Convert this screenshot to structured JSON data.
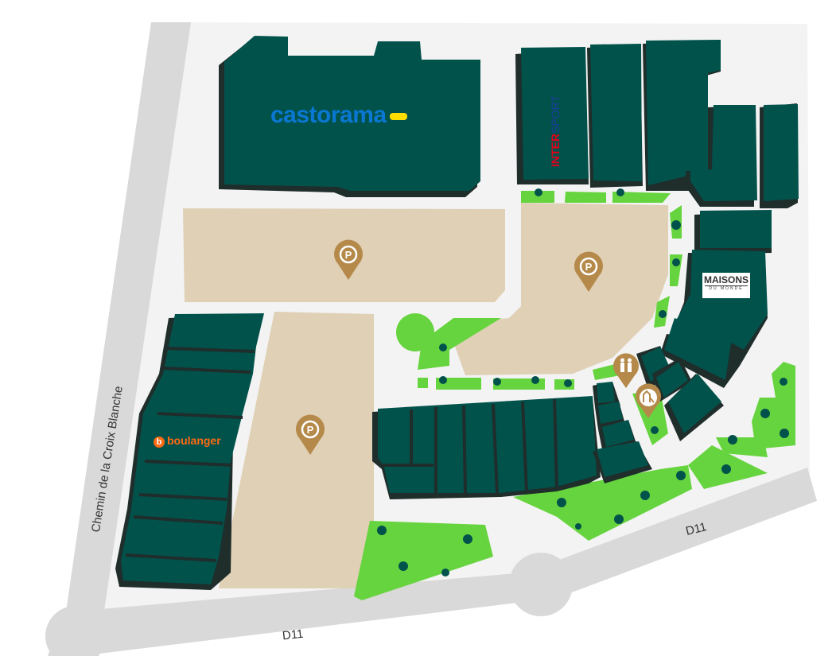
{
  "stores": {
    "castorama": "castorama",
    "intersport_a": "INTER",
    "intersport_b": "SPORT",
    "boulanger_icon": "b",
    "boulanger": "boulanger",
    "maisons_title": "MAISONS",
    "maisons_sub": "DU MONDE"
  },
  "roads": {
    "left": "Chemin de la Croix Blanche",
    "bottom_left": "D11",
    "bottom_right": "D11"
  },
  "markers": [
    {
      "type": "parking-icon",
      "glyph": "P"
    },
    {
      "type": "parking-icon",
      "glyph": "P"
    },
    {
      "type": "parking-icon",
      "glyph": "P"
    },
    {
      "type": "family-icon"
    },
    {
      "type": "playground-icon"
    }
  ],
  "colors": {
    "building": "#02524c",
    "parking": "#dfd0b6",
    "green": "#66d43e",
    "marker": "#b5894a",
    "road": "#d9d9d9"
  }
}
